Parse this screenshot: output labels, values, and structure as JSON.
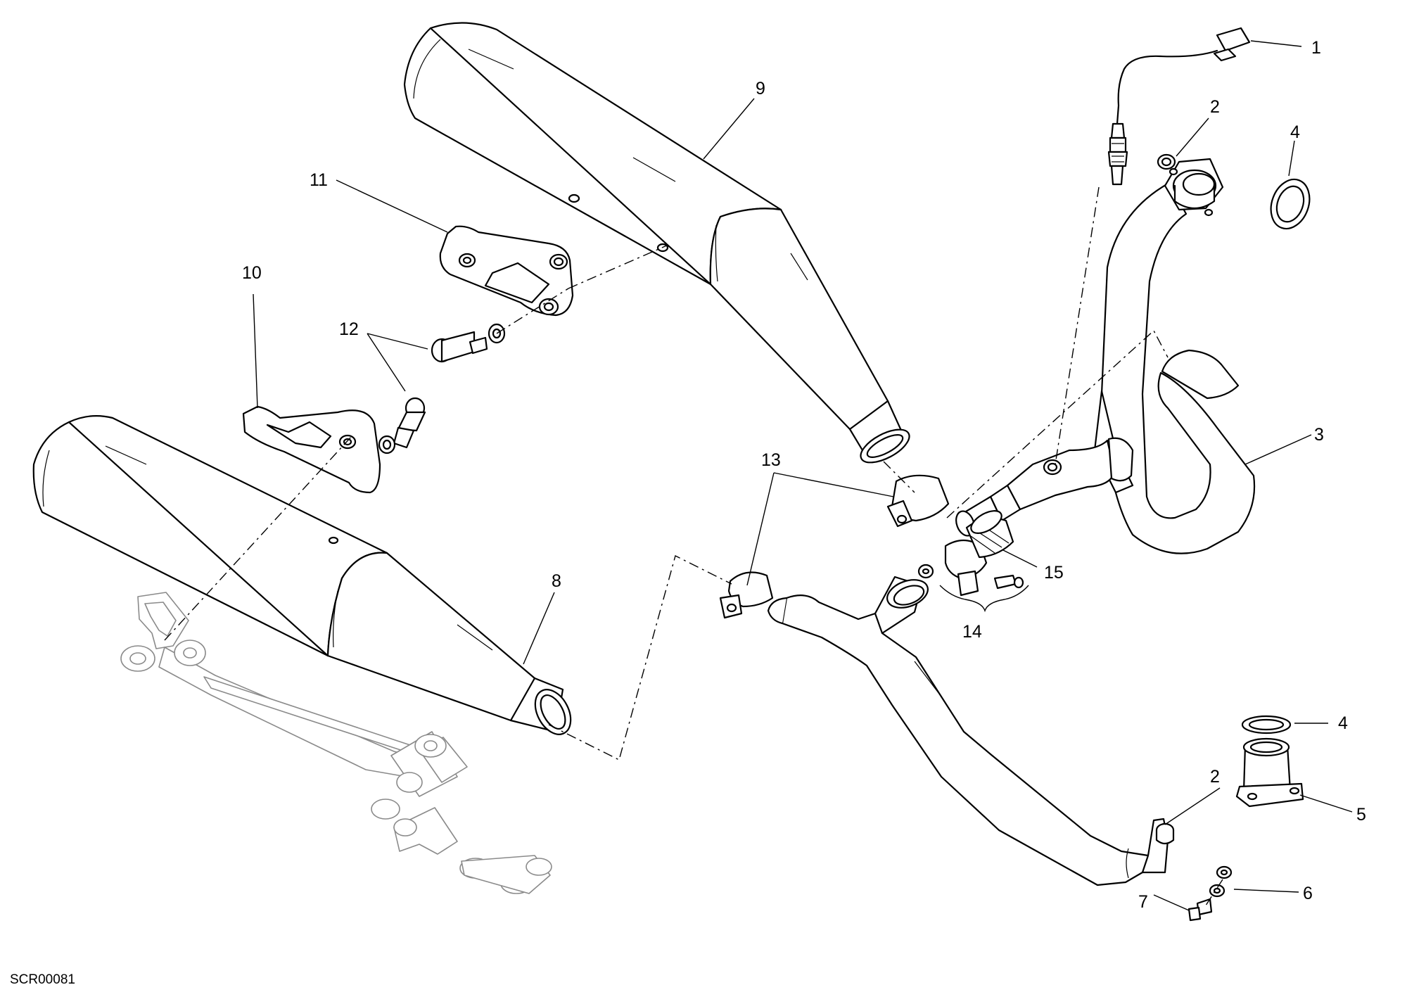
{
  "callouts": [
    {
      "id": "c1",
      "text": "1"
    },
    {
      "id": "c2a",
      "text": "2"
    },
    {
      "id": "c4a",
      "text": "4"
    },
    {
      "id": "c9",
      "text": "9"
    },
    {
      "id": "c11",
      "text": "11"
    },
    {
      "id": "c10",
      "text": "10"
    },
    {
      "id": "c12",
      "text": "12"
    },
    {
      "id": "c3",
      "text": "3"
    },
    {
      "id": "c13",
      "text": "13"
    },
    {
      "id": "c15",
      "text": "15"
    },
    {
      "id": "c14",
      "text": "14"
    },
    {
      "id": "c8",
      "text": "8"
    },
    {
      "id": "c4b",
      "text": "4"
    },
    {
      "id": "c2b",
      "text": "2"
    },
    {
      "id": "c5",
      "text": "5"
    },
    {
      "id": "c6",
      "text": "6"
    },
    {
      "id": "c7",
      "text": "7"
    }
  ],
  "drawing_code": "SCR00081"
}
